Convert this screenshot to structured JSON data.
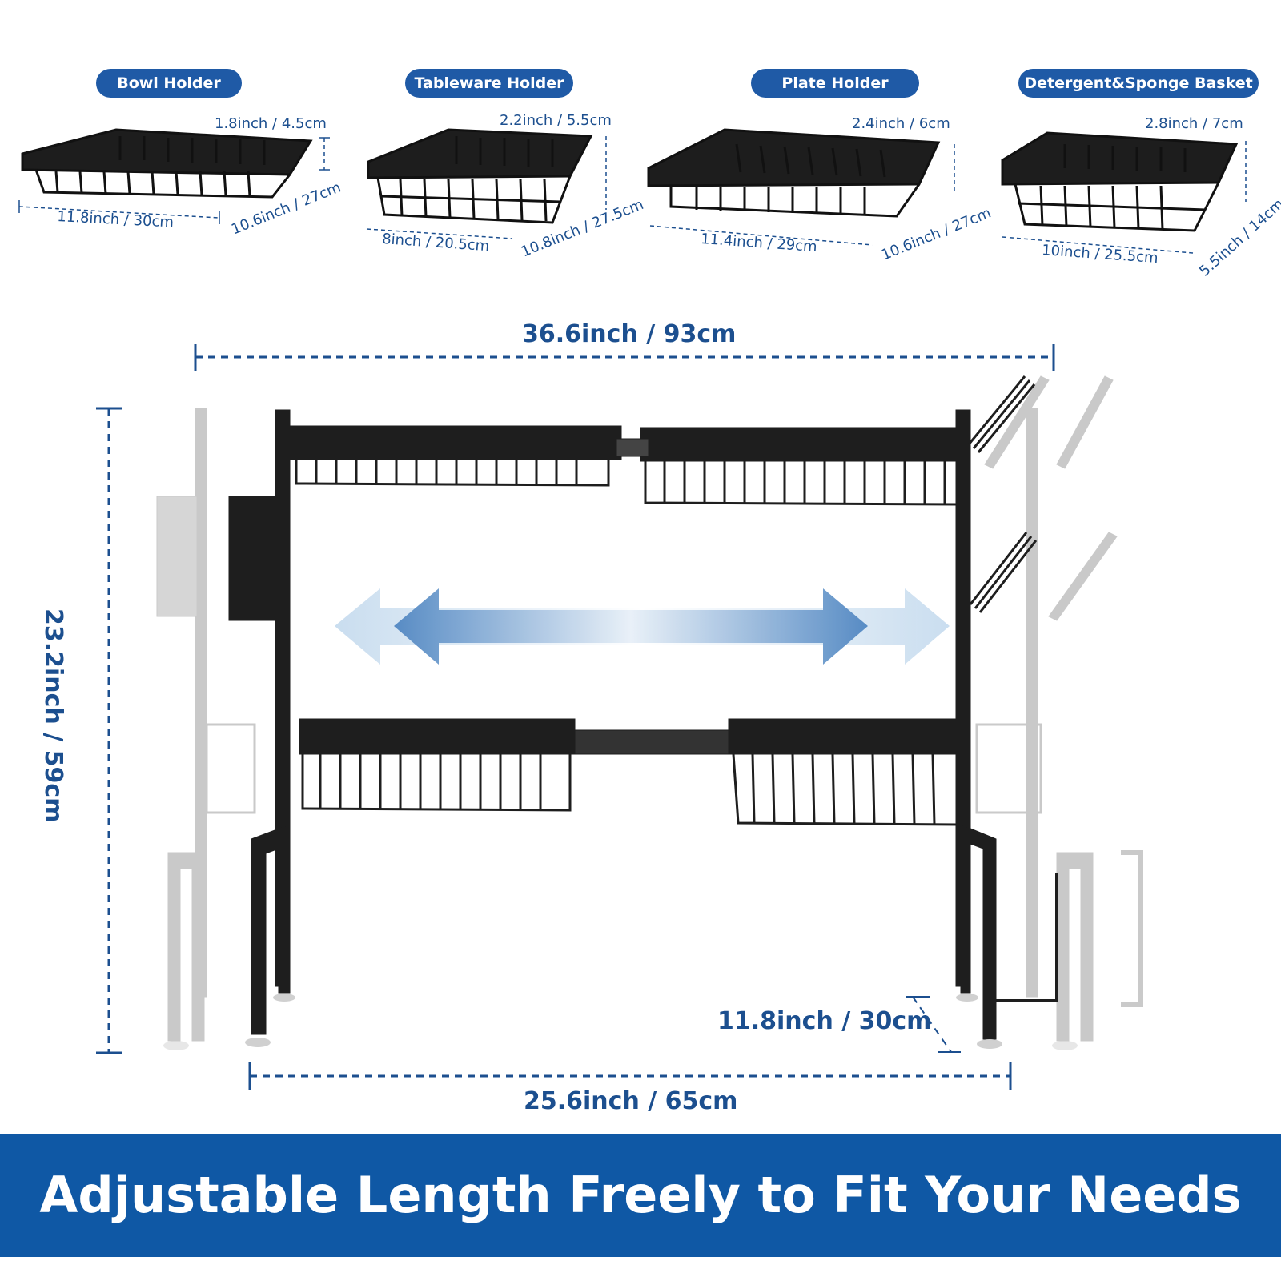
{
  "accessories": [
    {
      "label": "Bowl Holder",
      "height": "1.8inch / 4.5cm",
      "depth": "10.6inch / 27cm",
      "width": "11.8inch / 30cm"
    },
    {
      "label": "Tableware Holder",
      "height": "2.2inch / 5.5cm",
      "depth": "10.8inch / 27.5cm",
      "width": "8inch / 20.5cm"
    },
    {
      "label": "Plate Holder",
      "height": "2.4inch / 6cm",
      "depth": "10.6inch / 27cm",
      "width": "11.4inch / 29cm"
    },
    {
      "label": "Detergent&Sponge Basket",
      "height": "2.8inch / 7cm",
      "depth": "5.5inch / 14cm",
      "width": "10inch / 25.5cm"
    }
  ],
  "rack": {
    "max_width": "36.6inch / 93cm",
    "min_width": "25.6inch / 65cm",
    "height": "23.2inch / 59cm",
    "depth": "11.8inch / 30cm"
  },
  "banner": {
    "text": "Adjustable Length Freely to Fit Your Needs"
  },
  "colors": {
    "accent": "#1f5aa6",
    "banner": "#0f58a5",
    "dimension_text": "#1c4f8f",
    "metal": "#1e1e1e"
  }
}
